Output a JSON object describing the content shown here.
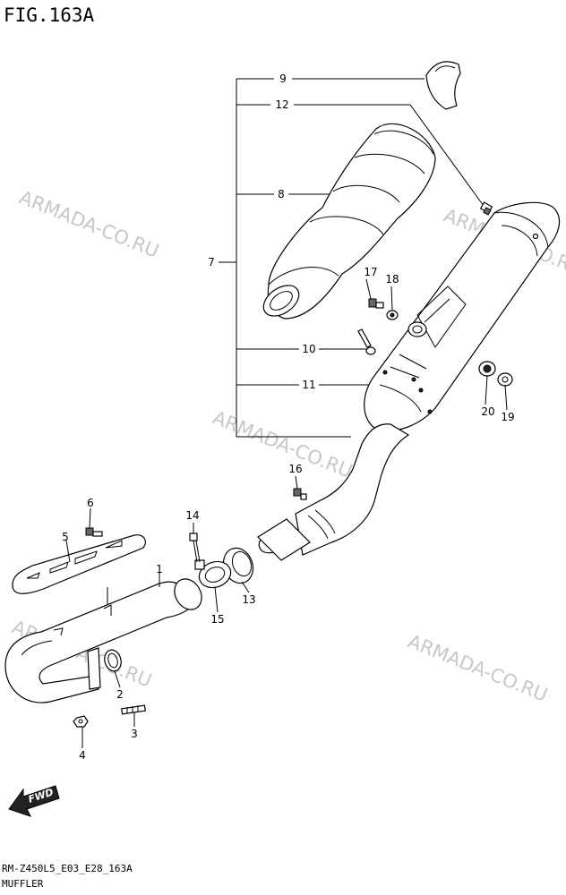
{
  "figure_title": "FIG.163A",
  "watermark_text": "ARMADA-CO.RU",
  "footer": {
    "code": "RM-Z450L5_E03_E28_163A",
    "section": "MUFFLER"
  },
  "direction_label": "FWD",
  "callouts": {
    "c1": "1",
    "c2": "2",
    "c3": "3",
    "c4": "4",
    "c5": "5",
    "c6": "6",
    "c7": "7",
    "c8": "8",
    "c9": "9",
    "c10": "10",
    "c11": "11",
    "c12": "12",
    "c13": "13",
    "c14": "14",
    "c15": "15",
    "c16": "16",
    "c17": "17",
    "c18": "18",
    "c19": "19",
    "c20": "20"
  },
  "colors": {
    "line": "#000000",
    "watermark": "#c8c8c8",
    "background": "#ffffff"
  }
}
